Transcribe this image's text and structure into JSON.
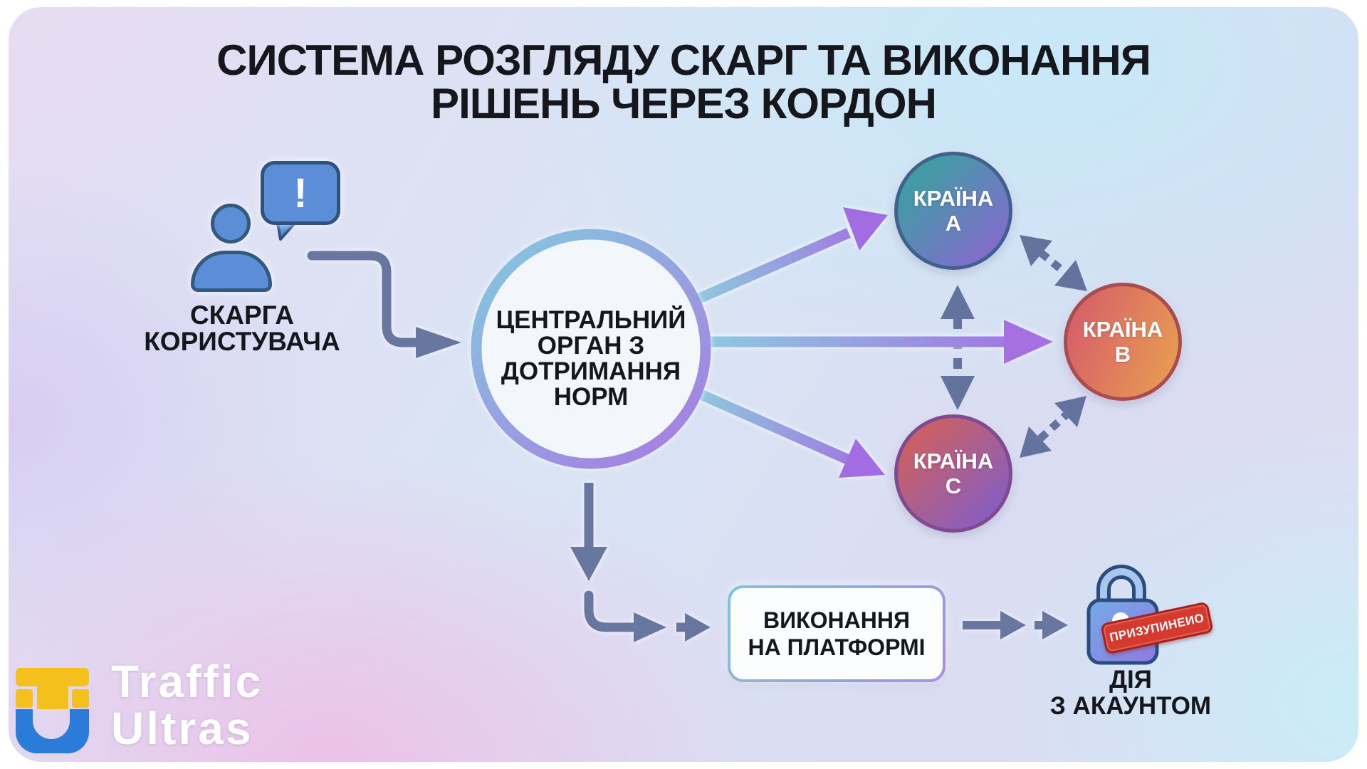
{
  "title": {
    "line1": "СИСТЕМА РОЗГЛЯДУ СКАРГ ТА ВИКОНАННЯ",
    "line2": "РІШЕНЬ ЧЕРЕЗ КОРДОН"
  },
  "user_complaint": {
    "bubble_mark": "!",
    "label_line1": "СКАРГА",
    "label_line2": "КОРИСТУВАЧА"
  },
  "central_body": {
    "line1": "ЦЕНТРАЛЬНИЙ",
    "line2": "ОРГАН З",
    "line3": "ДОТРИМАННЯ",
    "line4": "НОРМ"
  },
  "countries": {
    "a": {
      "name": "КРАЇНА",
      "letter": "А"
    },
    "b": {
      "name": "КРАЇНА",
      "letter": "В"
    },
    "c": {
      "name": "КРАЇНА",
      "letter": "С"
    }
  },
  "platform_box": {
    "line1": "ВИКОНАННЯ",
    "line2": "НА ПЛАТФОРМІ"
  },
  "account_action": {
    "stamp": "ПРИЗУПИНЕИО",
    "label_line1": "ДІЯ",
    "label_line2": "З АКАУНТОМ"
  },
  "brand": {
    "line1": "Traffic",
    "line2": "Ultras"
  },
  "icons": {
    "user": "person-silhouette",
    "complaint": "speech-bubble-exclamation",
    "lock": "padlock-suspended"
  },
  "colors": {
    "icon_blue": "#5b8ed6",
    "arrow_slate": "#68779f",
    "arrow_grad_start": "#8ec9de",
    "arrow_grad_end": "#a26ce2",
    "ring_start": "#85c6e0",
    "ring_end": "#a77de2",
    "country_a_start": "#2fa89a",
    "country_a_end": "#9163d4",
    "country_a_border": "#40618e",
    "country_b_start": "#d4596b",
    "country_b_end": "#e9a150",
    "country_b_border": "#a84c50",
    "country_c_start": "#d9604f",
    "country_c_end": "#7b5ed2",
    "country_c_border": "#7f4a90",
    "stamp_red": "#d63a2e",
    "logo_yellow": "#f3c01c",
    "logo_blue": "#2b7cd9"
  }
}
